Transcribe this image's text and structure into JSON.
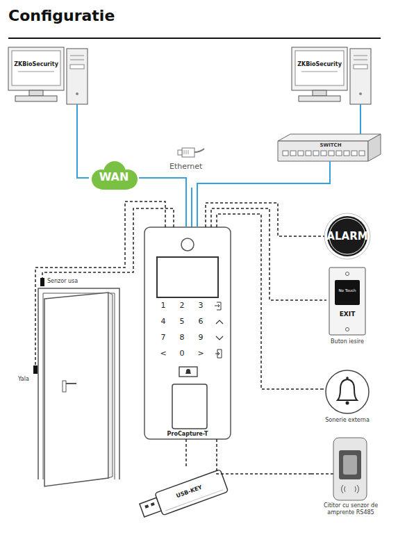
{
  "diagram": {
    "title": "Configuratie",
    "nodes": [
      {
        "text": [
          "ZKBioSecurity"
        ]
      },
      {
        "text": [
          "ZKBioSecurity"
        ]
      },
      {
        "text": [
          "WAN"
        ]
      },
      {
        "text": [
          "SWITCH"
        ]
      },
      {
        "text": [
          "ProCapture-T"
        ]
      },
      {
        "text": [
          "ALARM"
        ]
      },
      {
        "text": [
          "No Touch",
          "EXIT",
          "Buton iesire"
        ]
      },
      {
        "text": [
          "Sonerie externa"
        ]
      },
      {
        "text": [
          "Cititor cu senzor de amprente RS485"
        ]
      },
      {
        "text": [
          "USB-KEY"
        ]
      }
    ],
    "edges": [
      {
        "from": 0,
        "to": 2,
        "arrow": "none"
      },
      {
        "from": 2,
        "to": 4,
        "arrow": "none"
      },
      {
        "from": 1,
        "to": 3,
        "arrow": "none"
      },
      {
        "from": 3,
        "to": 4,
        "arrow": "none"
      },
      {
        "from": 4,
        "to": 5,
        "arrow": "none"
      },
      {
        "from": 4,
        "to": 6,
        "arrow": "none"
      },
      {
        "from": 4,
        "to": 7,
        "arrow": "none"
      },
      {
        "from": 4,
        "to": 8,
        "arrow": "none"
      },
      {
        "from": 4,
        "to": 9,
        "arrow": "none"
      }
    ],
    "labels": [
      "Ethernet",
      "Senzor usa",
      "Yala",
      "1",
      "2",
      "3",
      "4",
      "5",
      "6",
      "7",
      "8",
      "9",
      "<",
      "0",
      ">"
    ]
  }
}
